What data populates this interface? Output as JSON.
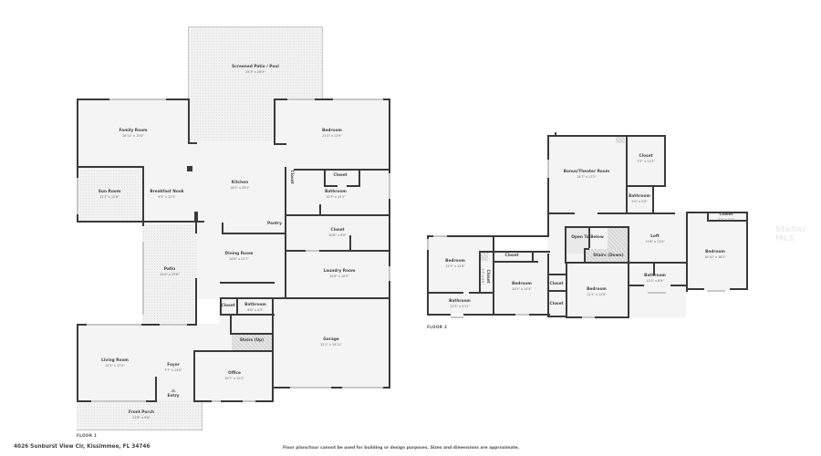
{
  "floor1": {
    "label": "FLOOR 1",
    "rooms": [
      {
        "name": "Screened Patio / Pool",
        "dims": "25'3\" x 26'3\""
      },
      {
        "name": "Family Room",
        "dims": "20'11\" x 15'0\""
      },
      {
        "name": "Bedroom",
        "dims": "21'4\" x 13'9\""
      },
      {
        "name": "Sun Room",
        "dims": "12'2\" x 12'6\""
      },
      {
        "name": "Breakfast Nook",
        "dims": "9'3\" x 12'5\""
      },
      {
        "name": "Kitchen",
        "dims": "16'4\" x 20'3\""
      },
      {
        "name": "Closet",
        "dims": ""
      },
      {
        "name": "Closet",
        "dims": ""
      },
      {
        "name": "Bathroom",
        "dims": "10'3\" x 13'1\""
      },
      {
        "name": "Pantry",
        "dims": ""
      },
      {
        "name": "Closet",
        "dims": "10'8\" x 6'0\""
      },
      {
        "name": "Dining Room",
        "dims": "10'8\" x 12'7\""
      },
      {
        "name": "Patio",
        "dims": "10'0\" x 23'8\""
      },
      {
        "name": "Laundry Room",
        "dims": "10'8\" x 10'5\""
      },
      {
        "name": "Closet",
        "dims": ""
      },
      {
        "name": "Bathroom",
        "dims": "6'0\" x 4'3\""
      },
      {
        "name": "Stairs (Up)",
        "dims": ""
      },
      {
        "name": "Garage",
        "dims": "22'1\" x 19'11\""
      },
      {
        "name": "Living Room",
        "dims": "14'3\" x 17'2\""
      },
      {
        "name": "Foyer",
        "dims": "7'7\" x 14'0\""
      },
      {
        "name": "Office",
        "dims": "10'7\" x 11'2\""
      },
      {
        "name": "Entry",
        "dims": ""
      },
      {
        "name": "Front Porch",
        "dims": "23'8\" x 9'6\""
      }
    ]
  },
  "floor2": {
    "label": "FLOOR 2",
    "rooms": [
      {
        "name": "Bonus/Theater Room",
        "dims": "14'7\" x 17'2\""
      },
      {
        "name": "Closet",
        "dims": "7'2\" x 11'3\""
      },
      {
        "name": "Bathroom",
        "dims": "5'0\" x 5'0\""
      },
      {
        "name": "Closet",
        "dims": "7'1\" x 2'3\""
      },
      {
        "name": "Open To Below",
        "dims": ""
      },
      {
        "name": "Stairs (Down)",
        "dims": ""
      },
      {
        "name": "Loft",
        "dims": "11'8\" x 11'0\""
      },
      {
        "name": "Bedroom",
        "dims": "10'10\" x 16'2\""
      },
      {
        "name": "Bedroom",
        "dims": "12'3\" x 12'6\""
      },
      {
        "name": "Closet",
        "dims": ""
      },
      {
        "name": "Closet",
        "dims": "2'7\" x 6'0\""
      },
      {
        "name": "Bedroom",
        "dims": "10'1\" x 14'4\""
      },
      {
        "name": "Bathroom",
        "dims": "11'0\" x 6'9\""
      },
      {
        "name": "Closet",
        "dims": ""
      },
      {
        "name": "Closet",
        "dims": ""
      },
      {
        "name": "Bedroom",
        "dims": "11'2\" x 12'8\""
      },
      {
        "name": "Bathroom",
        "dims": "12'3\" x 5'11\""
      }
    ]
  },
  "footer": {
    "address": "4026 Sunburst View Cir, Kissimmee, FL 34746",
    "disclaimer": "Floor plans/tour cannot be used for building or design purposes. Sizes and dimensions are approximate."
  },
  "watermark": "Stellar MLS"
}
